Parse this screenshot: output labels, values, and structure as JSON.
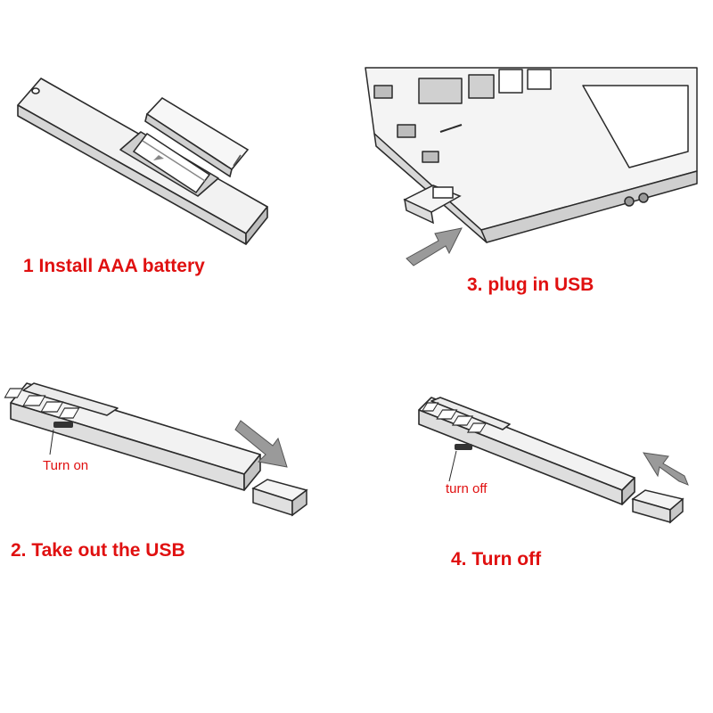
{
  "steps": [
    {
      "caption": "1   Install AAA battery"
    },
    {
      "caption": "2. Take out the USB",
      "callout": "Turn on"
    },
    {
      "caption": "3. plug in USB"
    },
    {
      "caption": "4. Turn off",
      "callout": "turn off"
    }
  ],
  "colors": {
    "caption": "#e01010",
    "line": "#2a2a2a",
    "shade": "#d9d9d9",
    "arrow": "#8c8c8c"
  },
  "icons": [
    "battery-icon",
    "laptop-icon",
    "usb-dongle-icon",
    "arrow-icon",
    "power-switch-icon"
  ]
}
